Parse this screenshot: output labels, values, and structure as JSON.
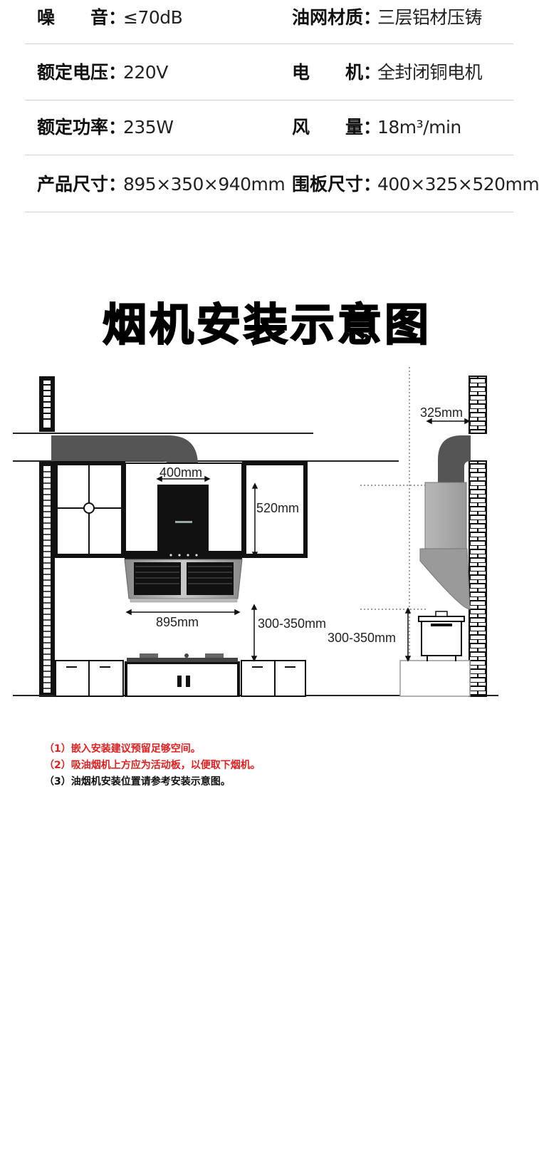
{
  "specs": [
    {
      "label": "噪　　音：",
      "value": "≤70dB",
      "label2": "油网材质：",
      "value2": "三层铝材压铸"
    },
    {
      "label": "额定电压：",
      "value": "220V",
      "label2": "电　　机：",
      "value2": "全封闭铜电机"
    },
    {
      "label": "额定功率：",
      "value": "235W",
      "label2": "风　　量：",
      "value2": "18m³/min"
    },
    {
      "label": "产品尺寸：",
      "value": "895×350×940mm",
      "label2": "围板尺寸：",
      "value2": "400×325×520mm"
    }
  ],
  "title": "烟机安装示意图",
  "diagram": {
    "dims": {
      "depth": "325mm",
      "panel_width": "400mm",
      "panel_height": "520mm",
      "hood_width": "895mm",
      "height_front": "300-350mm",
      "height_side": "300-350mm"
    }
  },
  "notes": [
    "（1）嵌入安装建议预留足够空间。",
    "（2）吸油烟机上方应为活动板，以便取下烟机。",
    "（3）油烟机安装位置请参考安装示意图。"
  ],
  "colors": {
    "note_red": "#e02020",
    "duct": "#555555",
    "steel": "#a9a9a9"
  }
}
